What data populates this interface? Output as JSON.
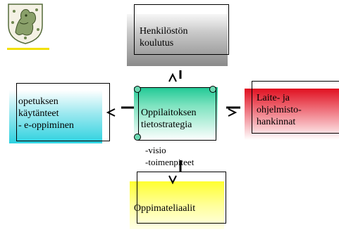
{
  "diagram": {
    "top_box": {
      "lines": [
        "Henkilöstön",
        "koulutus"
      ]
    },
    "center_box": {
      "lines": [
        "Oppilaitoksen",
        "tietostrategia"
      ]
    },
    "center_below": {
      "lines": [
        "-visio",
        "-toimenpiteet"
      ]
    },
    "left_box": {
      "lines": [
        "opetuksen",
        "käytänteet",
        "- e-oppiminen"
      ]
    },
    "right_box": {
      "lines": [
        "Laite- ja",
        "ohjelmisto-",
        "hankinnat"
      ]
    },
    "bottom_box": {
      "lines": [
        "Oppimateliaalit"
      ]
    }
  },
  "colors": {
    "top_box": "#8a8a8a",
    "center_box": "#1fc895",
    "left_box": "#2cd1df",
    "right_box": "#e01020",
    "bottom_box": "#ffff30",
    "emblem_underline": "#f2e000"
  },
  "icons": {
    "emblem": "lion-coat-of-arms-icon"
  }
}
